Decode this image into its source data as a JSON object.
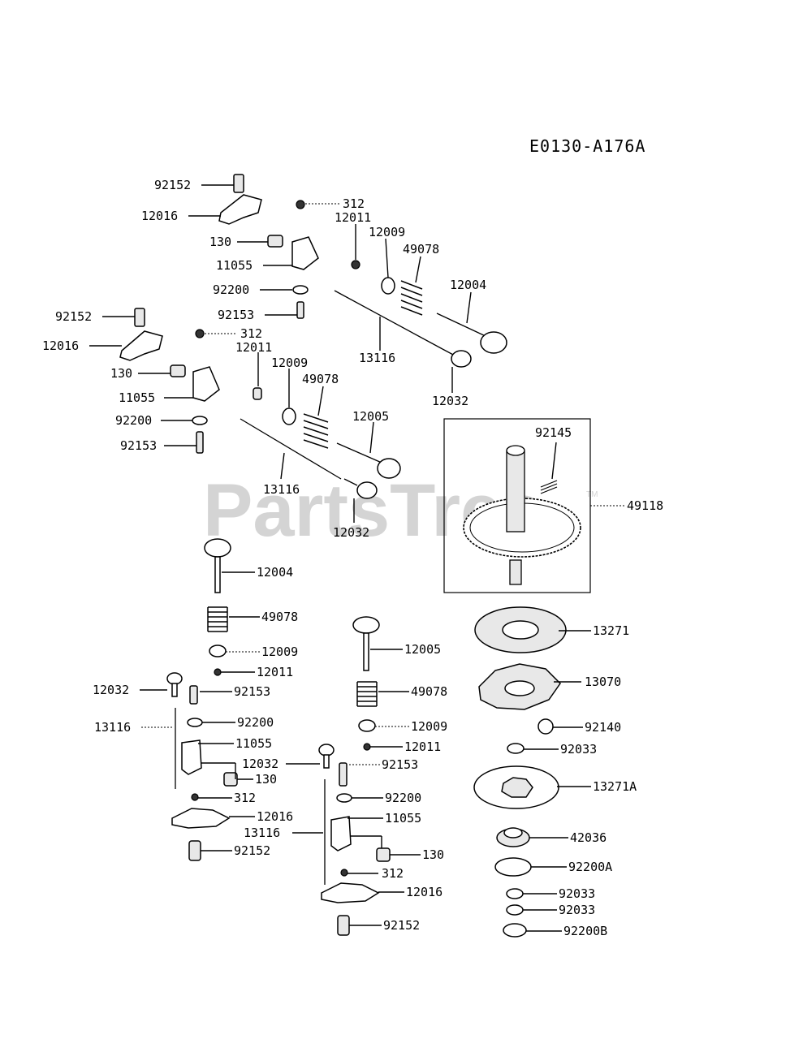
{
  "diagram_code": "E0130-A176A",
  "watermark": {
    "text": "PartsTree",
    "tm": "TM"
  },
  "callouts": {
    "c01": "92152",
    "c02": "12016",
    "c03": "312",
    "c04": "12011",
    "c05": "130",
    "c06": "12009",
    "c07": "49078",
    "c08": "11055",
    "c09": "12004",
    "c10": "92200",
    "c11": "92153",
    "c12": "13116",
    "c13": "12032",
    "c14": "92152",
    "c15": "12016",
    "c16": "312",
    "c17": "12011",
    "c18": "130",
    "c19": "12009",
    "c20": "49078",
    "c21": "11055",
    "c22": "12005",
    "c23": "92200",
    "c24": "92153",
    "c25": "13116",
    "c26": "12032",
    "c27": "92145",
    "c28": "49118",
    "c29": "12004",
    "c30": "49078",
    "c31": "12009",
    "c32": "12011",
    "c33": "12032",
    "c34": "92153",
    "c35": "13116",
    "c36": "92200",
    "c37": "11055",
    "c38": "130",
    "c39": "312",
    "c40": "12016",
    "c41": "92152",
    "c42": "12005",
    "c43": "49078",
    "c44": "12009",
    "c45": "12011",
    "c46": "12032",
    "c47": "92153",
    "c48": "92200",
    "c49": "11055",
    "c50": "13116",
    "c51": "130",
    "c52": "312",
    "c53": "12016",
    "c54": "92152",
    "c55": "13271",
    "c56": "13070",
    "c57": "92140",
    "c58": "92033",
    "c59": "13271A",
    "c60": "42036",
    "c61": "92200A",
    "c62": "92033",
    "c63": "92033",
    "c64": "92200B"
  }
}
